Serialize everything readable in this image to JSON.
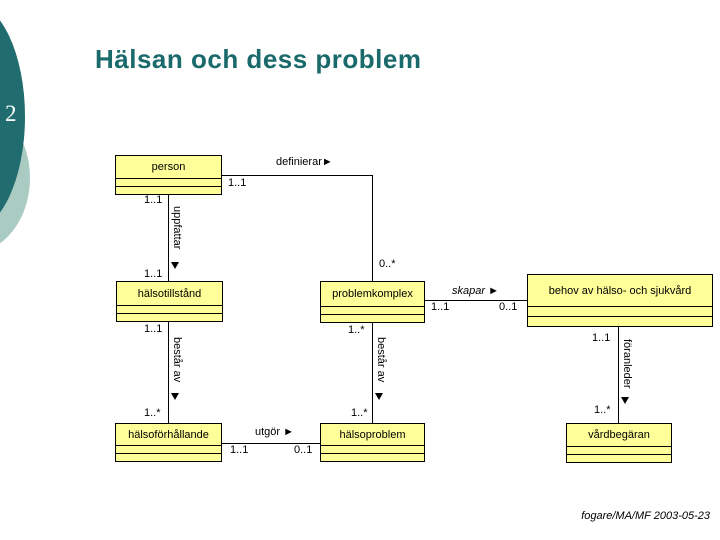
{
  "slide": {
    "title": "Hälsan och dess problem",
    "slide_number": "2",
    "footer": "fogare/MA/MF 2003-05-23"
  },
  "colors": {
    "title_teal": "#1a6a6c",
    "decoration_dark_teal": "#206c6e",
    "decoration_light_sage": "#a9cbc2",
    "class_box_fill": "#ffff99",
    "line_color": "#000000"
  },
  "diagram": {
    "type": "uml-class-diagram",
    "classes": [
      {
        "name": "person"
      },
      {
        "name": "hälsotillstånd"
      },
      {
        "name": "problemkomplex"
      },
      {
        "name": "behov av hälso- och sjukvård"
      },
      {
        "name": "hälsoförhållande"
      },
      {
        "name": "hälsoproblem"
      },
      {
        "name": "vårdbegäran"
      }
    ],
    "associations": [
      {
        "label": "definierar►",
        "from": "person",
        "to": "problemkomplex",
        "from_mult": "1..1",
        "to_mult": "0..*"
      },
      {
        "label": "uppfattar",
        "from": "person",
        "to": "hälsotillstånd",
        "from_mult": "1..1",
        "to_mult": "1..1"
      },
      {
        "label": "skapar ►",
        "from": "problemkomplex",
        "to": "behov av hälso- och sjukvård",
        "from_mult": "1..1",
        "to_mult": "0..1"
      },
      {
        "label": "består av",
        "from": "hälsotillstånd",
        "to": "hälsoförhållande",
        "from_mult": "1..1",
        "to_mult": "1..*"
      },
      {
        "label": "består av",
        "from": "problemkomplex",
        "to": "hälsoproblem",
        "from_mult": "1..*",
        "to_mult": "1..*"
      },
      {
        "label": "utgör ►",
        "from": "hälsoförhållande",
        "to": "hälsoproblem",
        "from_mult": "1..1",
        "to_mult": "0..1"
      },
      {
        "label": "föranleder",
        "from": "behov av hälso- och sjukvård",
        "to": "vårdbegäran",
        "from_mult": "1..1",
        "to_mult": "1..*"
      }
    ]
  }
}
